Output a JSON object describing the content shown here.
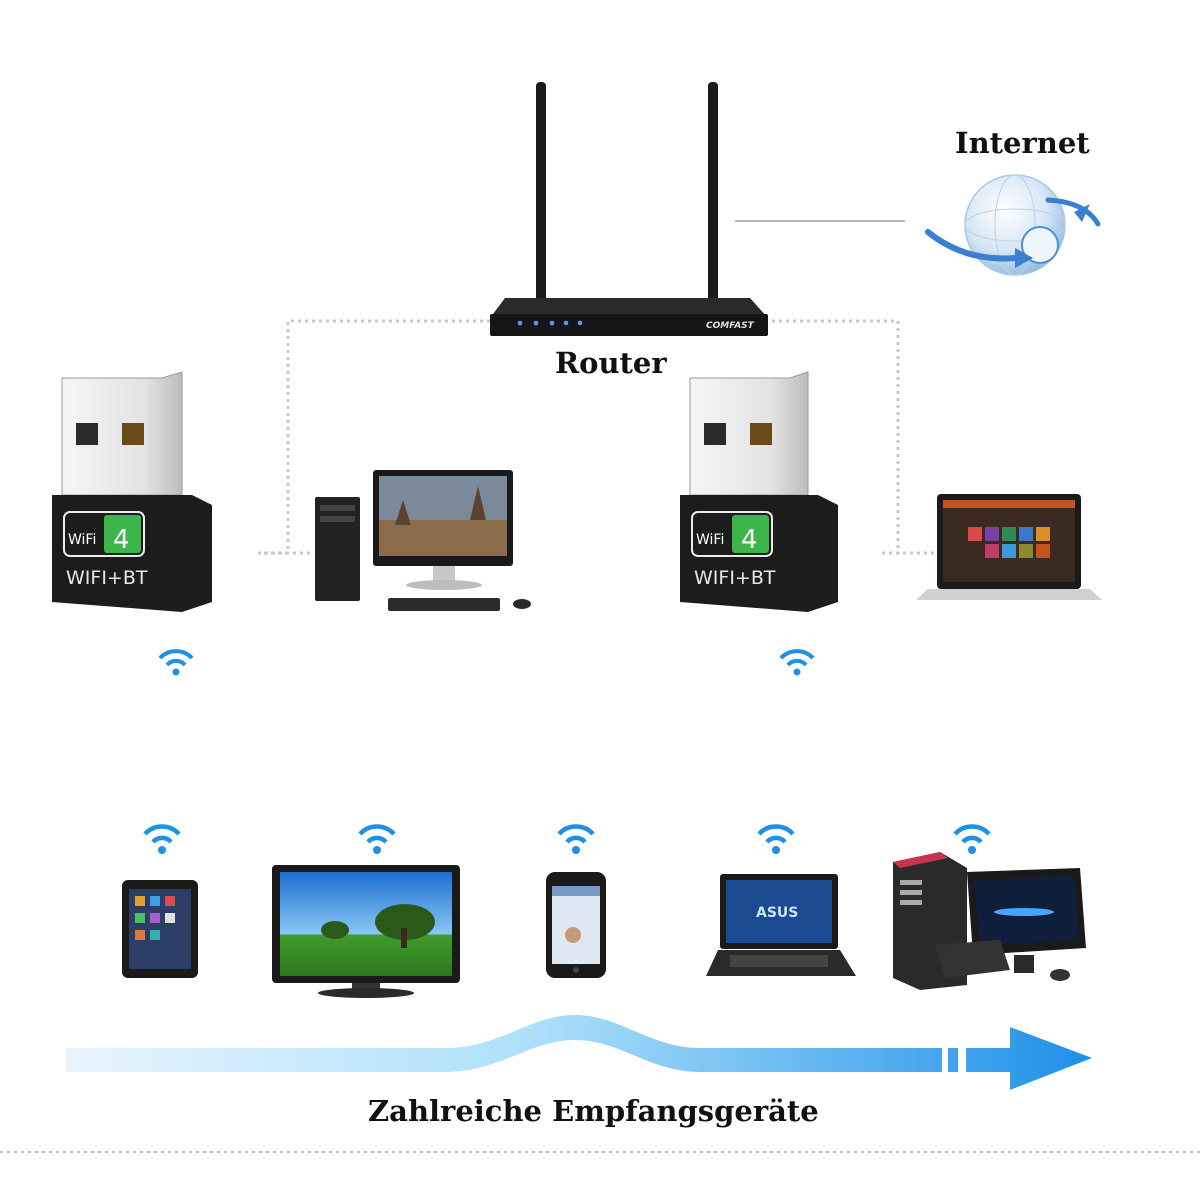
{
  "labels": {
    "internet": "Internet",
    "router": "Router",
    "receivers": "Zahlreiche Empfangsgeräte"
  },
  "router": {
    "brand": "COMFAST"
  },
  "dongle": {
    "wifi_word": "WiFi",
    "generation": "4",
    "caption": "WIFI+BT"
  },
  "laptop_logo": "ASUS",
  "colors": {
    "accent_blue": "#1e90e8",
    "wifi_green": "#3cb54a",
    "dotted_line": "#c8c8c8",
    "device_black": "#1a1a1a"
  },
  "icons": {
    "signal": "wifi-signal-icon",
    "globe": "globe-icon",
    "arrow": "flow-arrow-icon"
  },
  "devices_bottom": [
    "tablet",
    "tv",
    "smartphone",
    "laptop",
    "desktop-pc"
  ]
}
